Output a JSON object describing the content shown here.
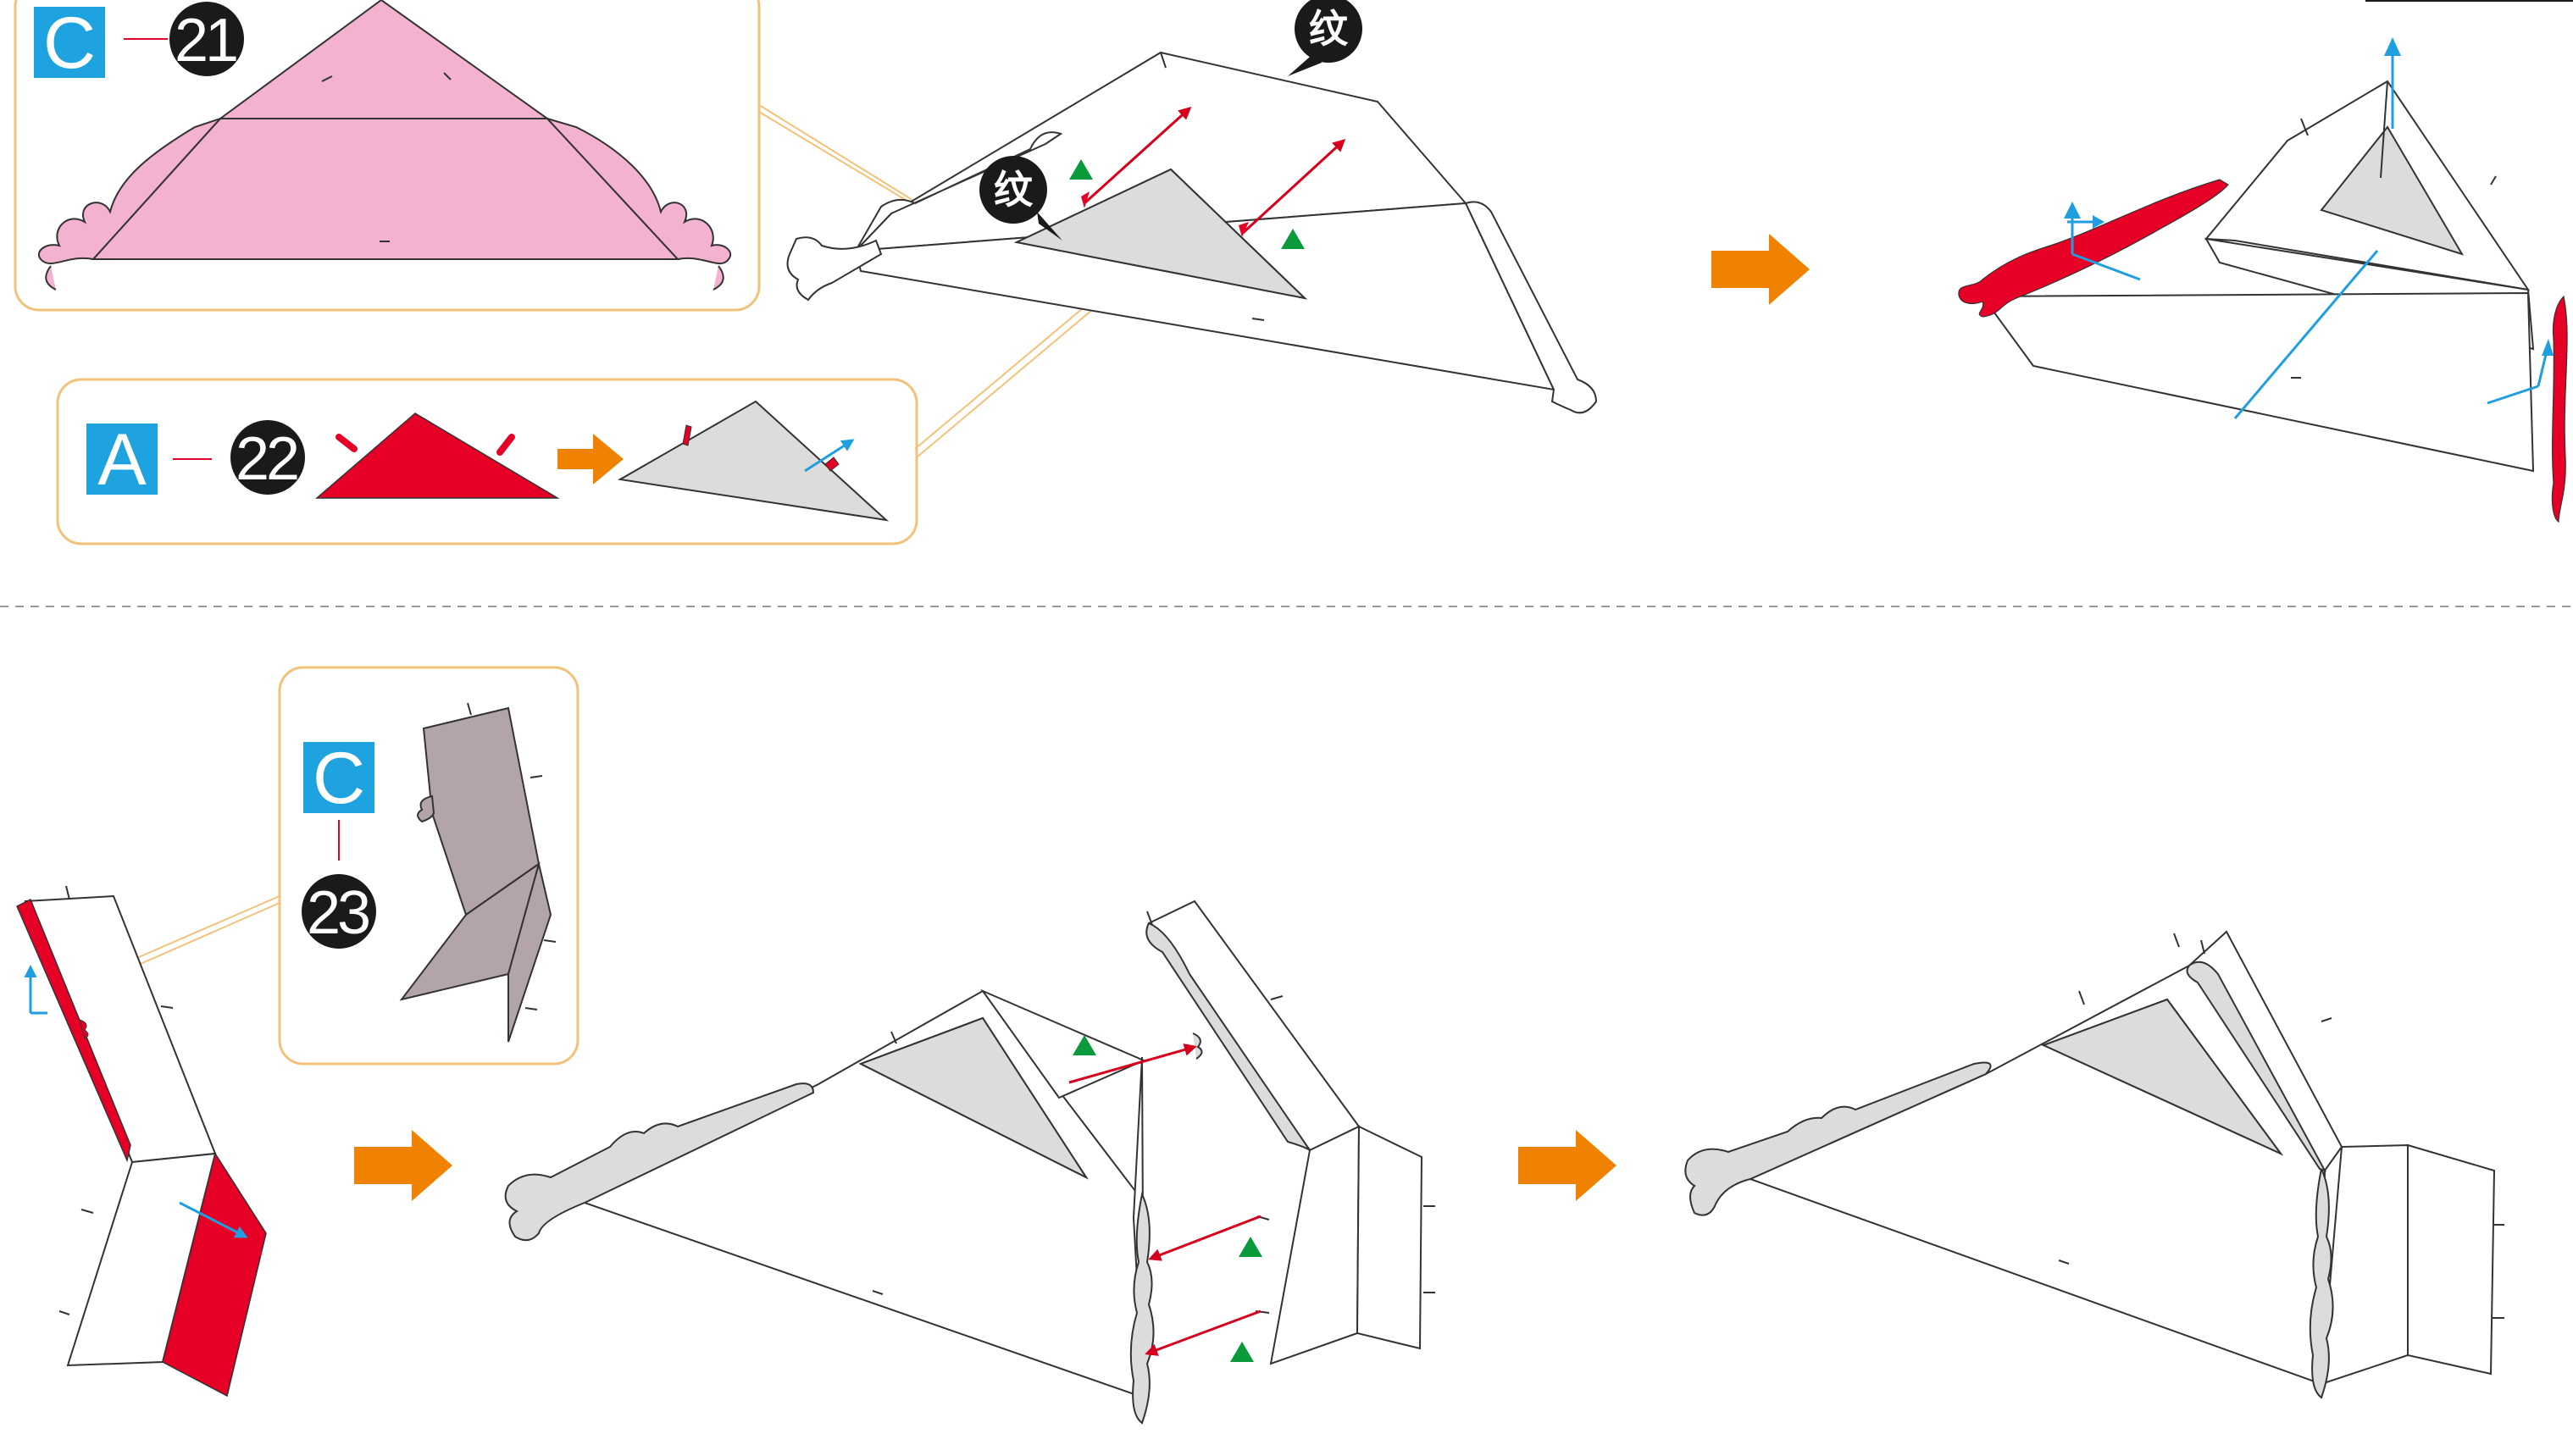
{
  "steps": [
    {
      "letter": "C",
      "number": "21"
    },
    {
      "letter": "A",
      "number": "22"
    },
    {
      "letter": "C",
      "number": "23"
    }
  ],
  "callouts": [
    "纹",
    "纹"
  ],
  "colors": {
    "badge_blue": "#1fa3e0",
    "part_pink": "#f3b2cf",
    "part_red": "#e60026",
    "part_mauve": "#b3a3ab",
    "panel_gray": "#dcdcdc",
    "arrow_orange": "#ef8200",
    "callout_border": "#f3c27a",
    "match_green": "#0a9a3c",
    "axis_blue": "#1f9ee0",
    "insert_arrow_red": "#d7001c"
  }
}
